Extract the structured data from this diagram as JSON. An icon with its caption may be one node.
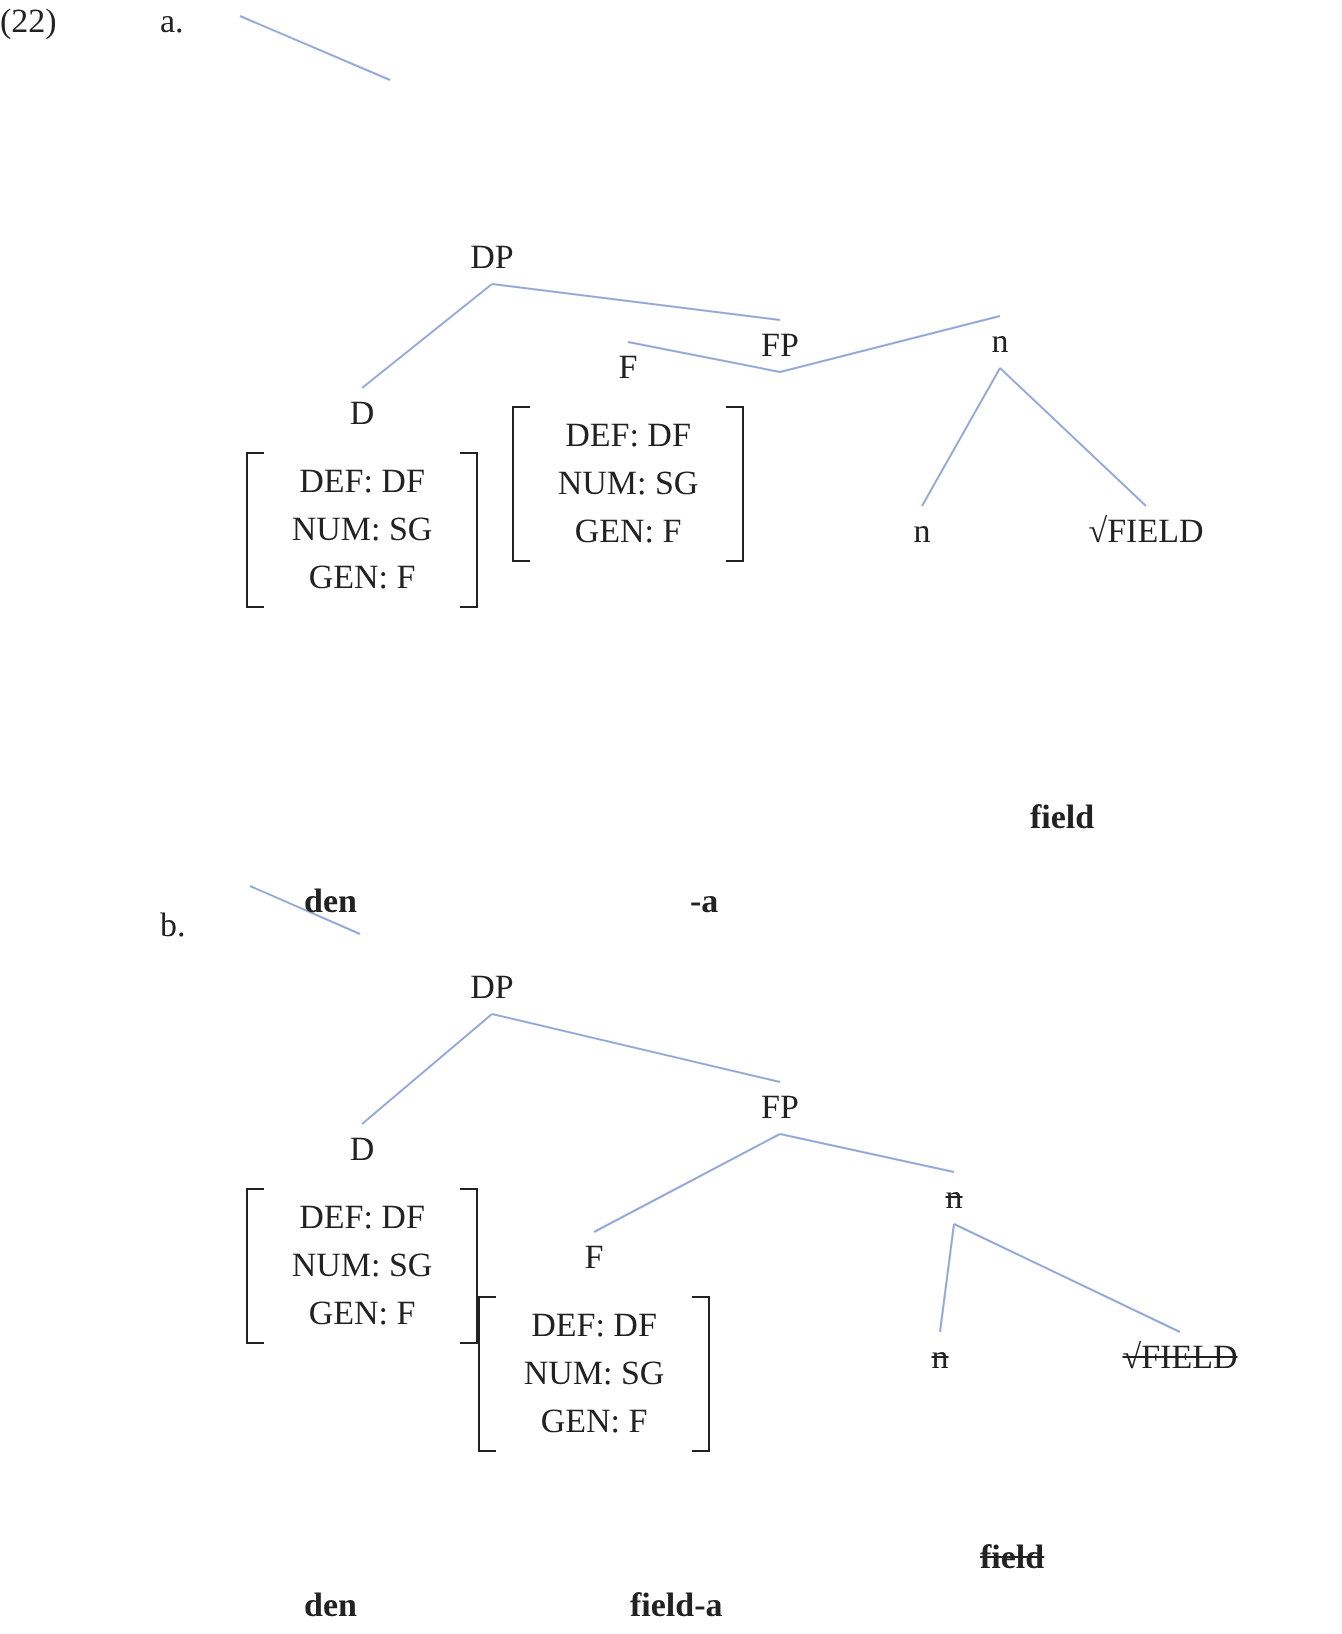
{
  "diagram": {
    "nodes": [
      {
        "text": [
          "DP"
        ]
      },
      {
        "text": [
          "D",
          "DEF: DF NUM: SG GEN: F"
        ]
      },
      {
        "text": [
          "FP"
        ]
      },
      {
        "text": [
          "F",
          "DEF: DF NUM: SG GEN: F"
        ]
      },
      {
        "text": [
          "n"
        ]
      },
      {
        "text": [
          "n"
        ]
      },
      {
        "text": [
          "√FIELD"
        ]
      },
      {
        "text": [
          "DP"
        ]
      },
      {
        "text": [
          "D",
          "DEF: DF NUM: SG GEN: F"
        ]
      },
      {
        "text": [
          "FP"
        ]
      },
      {
        "text": [
          "F",
          "DEF: DF NUM: SG GEN: F"
        ]
      },
      {
        "text": [
          "n"
        ]
      },
      {
        "text": [
          "n"
        ]
      },
      {
        "text": [
          "√FIELD"
        ]
      }
    ],
    "edges": [
      {
        "from": 0,
        "to": 1,
        "arrow": "none"
      },
      {
        "from": 0,
        "to": 2,
        "arrow": "none"
      },
      {
        "from": 2,
        "to": 3,
        "arrow": "none"
      },
      {
        "from": 2,
        "to": 4,
        "arrow": "none"
      },
      {
        "from": 4,
        "to": 5,
        "arrow": "none"
      },
      {
        "from": 4,
        "to": 6,
        "arrow": "none"
      },
      {
        "from": 7,
        "to": 8,
        "arrow": "none"
      },
      {
        "from": 7,
        "to": 9,
        "arrow": "none"
      },
      {
        "from": 9,
        "to": 10,
        "arrow": "none"
      },
      {
        "from": 9,
        "to": 11,
        "arrow": "none"
      },
      {
        "from": 11,
        "to": 12,
        "arrow": "none"
      },
      {
        "from": 11,
        "to": 13,
        "arrow": "none"
      }
    ],
    "labels": [
      "(22)",
      "a.",
      "field",
      "den",
      "-a",
      "b.",
      "field",
      "den",
      "field-a"
    ]
  }
}
